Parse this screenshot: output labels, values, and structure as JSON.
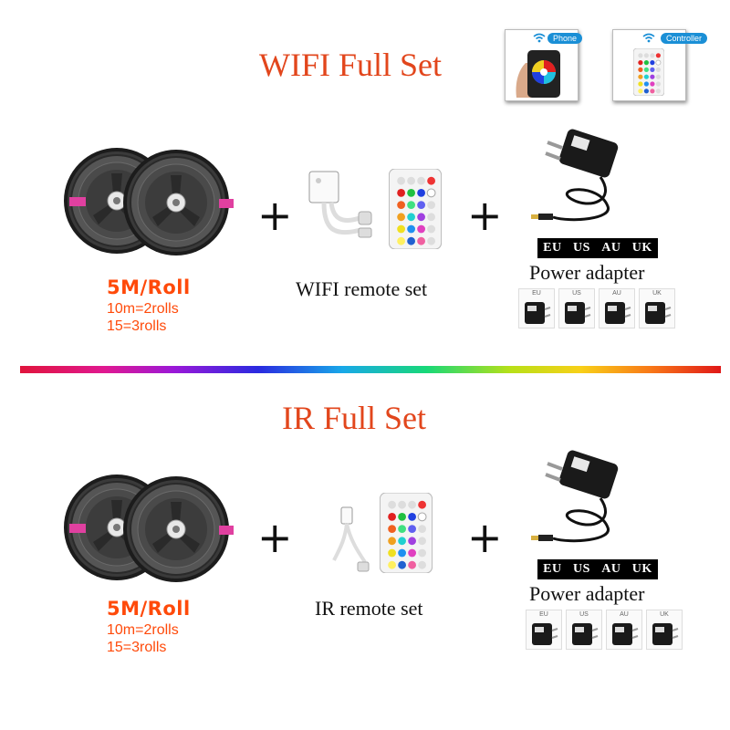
{
  "wifi_section": {
    "title": "WIFI Full Set",
    "thumbnails": [
      {
        "label": "Phone",
        "icon": "wifi-icon"
      },
      {
        "label": "Controller",
        "icon": "wifi-icon"
      }
    ],
    "strip": {
      "title": "5M/Roll",
      "line1": "10m=2rolls",
      "line2": "15=3rolls"
    },
    "remote_caption": "WIFI remote set",
    "adapter": {
      "regions": [
        "EU",
        "US",
        "AU",
        "UK"
      ],
      "caption": "Power adapter",
      "plug_labels": [
        "EU",
        "US",
        "AU",
        "UK"
      ]
    }
  },
  "ir_section": {
    "title": "IR Full Set",
    "strip": {
      "title": "5M/Roll",
      "line1": "10m=2rolls",
      "line2": "15=3rolls"
    },
    "remote_caption": "IR remote set",
    "adapter": {
      "regions": [
        "EU",
        "US",
        "AU",
        "UK"
      ],
      "caption": "Power adapter",
      "plug_labels": [
        "EU",
        "US",
        "AU",
        "UK"
      ]
    }
  },
  "colors": {
    "title": "#e2461c",
    "accent": "#ff4a0a",
    "badge": "#1a8fd6"
  }
}
